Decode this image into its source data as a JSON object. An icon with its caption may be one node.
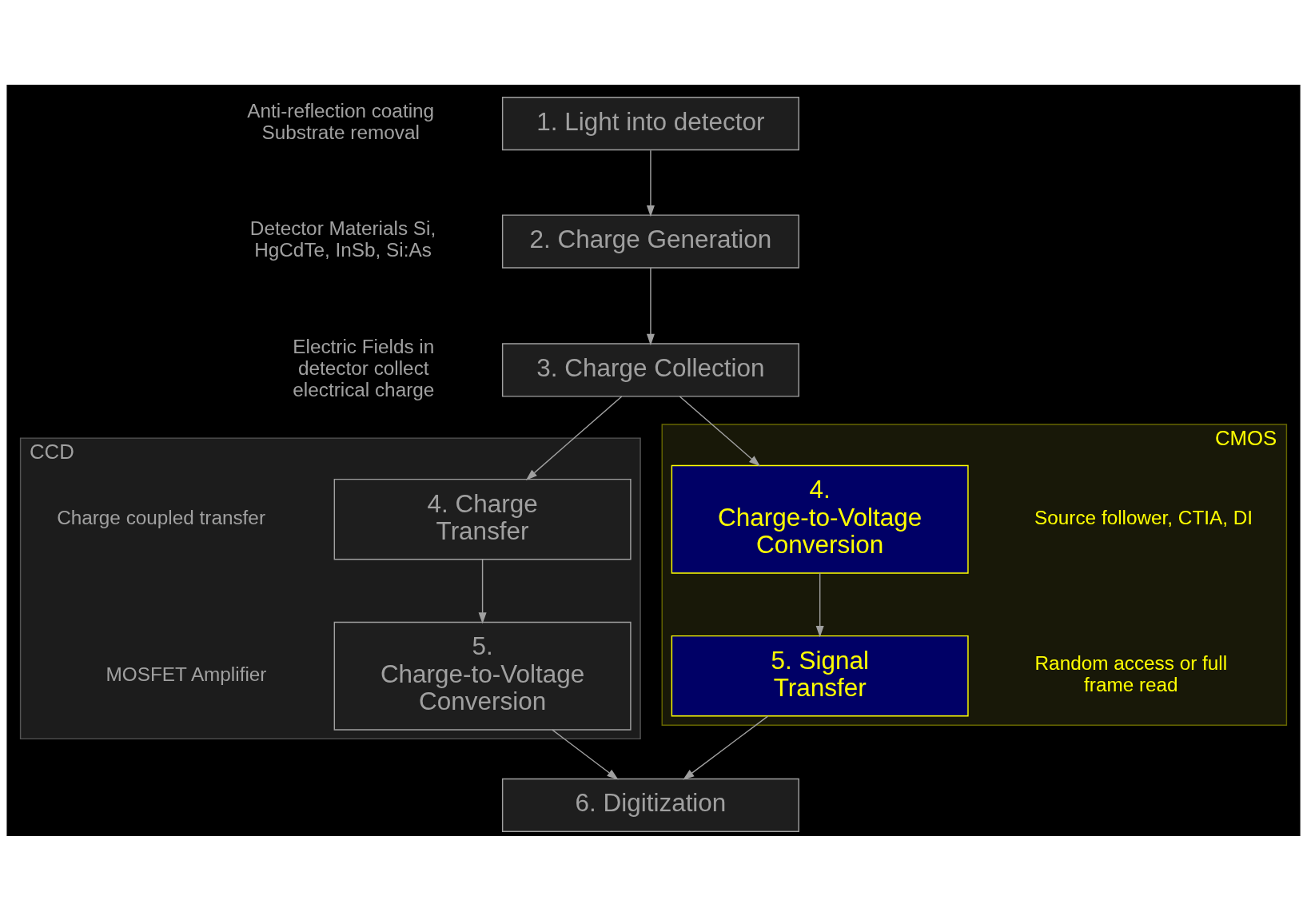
{
  "diagram": {
    "nodes": [
      {
        "text": [
          "1. Light into detector"
        ],
        "beside": [
          "Anti-reflection coating Substrate removal"
        ]
      },
      {
        "text": [
          "2. Charge Generation"
        ],
        "beside": [
          "Detector Materials Si, HgCdTe, InSb, Si:As"
        ]
      },
      {
        "text": [
          "3. Charge Collection"
        ],
        "beside": [
          "Electric Fields in detector collect electrical charge"
        ]
      },
      {
        "text": [
          "CCD"
        ]
      },
      {
        "text": [
          "4. Charge Transfer"
        ],
        "in": 3,
        "beside": [
          "Charge coupled transfer"
        ]
      },
      {
        "text": [
          "5. Charge-to-Voltage Conversion"
        ],
        "in": 3,
        "beside": [
          "MOSFET Amplifier"
        ]
      },
      {
        "text": [
          "CMOS"
        ]
      },
      {
        "text": [
          "4. Charge-to-Voltage Conversion"
        ],
        "in": 6,
        "beside": [
          "Source follower, CTIA, DI"
        ]
      },
      {
        "text": [
          "5. Signal Transfer"
        ],
        "in": 6,
        "beside": [
          "Random access or full frame read"
        ]
      },
      {
        "text": [
          "6. Digitization"
        ]
      }
    ],
    "edges": [
      {
        "from": 0,
        "to": 1,
        "arrow": "to"
      },
      {
        "from": 1,
        "to": 2,
        "arrow": "to"
      },
      {
        "from": 2,
        "to": 4,
        "arrow": "to"
      },
      {
        "from": 2,
        "to": 7,
        "arrow": "to"
      },
      {
        "from": 4,
        "to": 5,
        "arrow": "to"
      },
      {
        "from": 7,
        "to": 8,
        "arrow": "to"
      },
      {
        "from": 5,
        "to": 9,
        "arrow": "to"
      },
      {
        "from": 8,
        "to": 9,
        "arrow": "to"
      }
    ]
  }
}
